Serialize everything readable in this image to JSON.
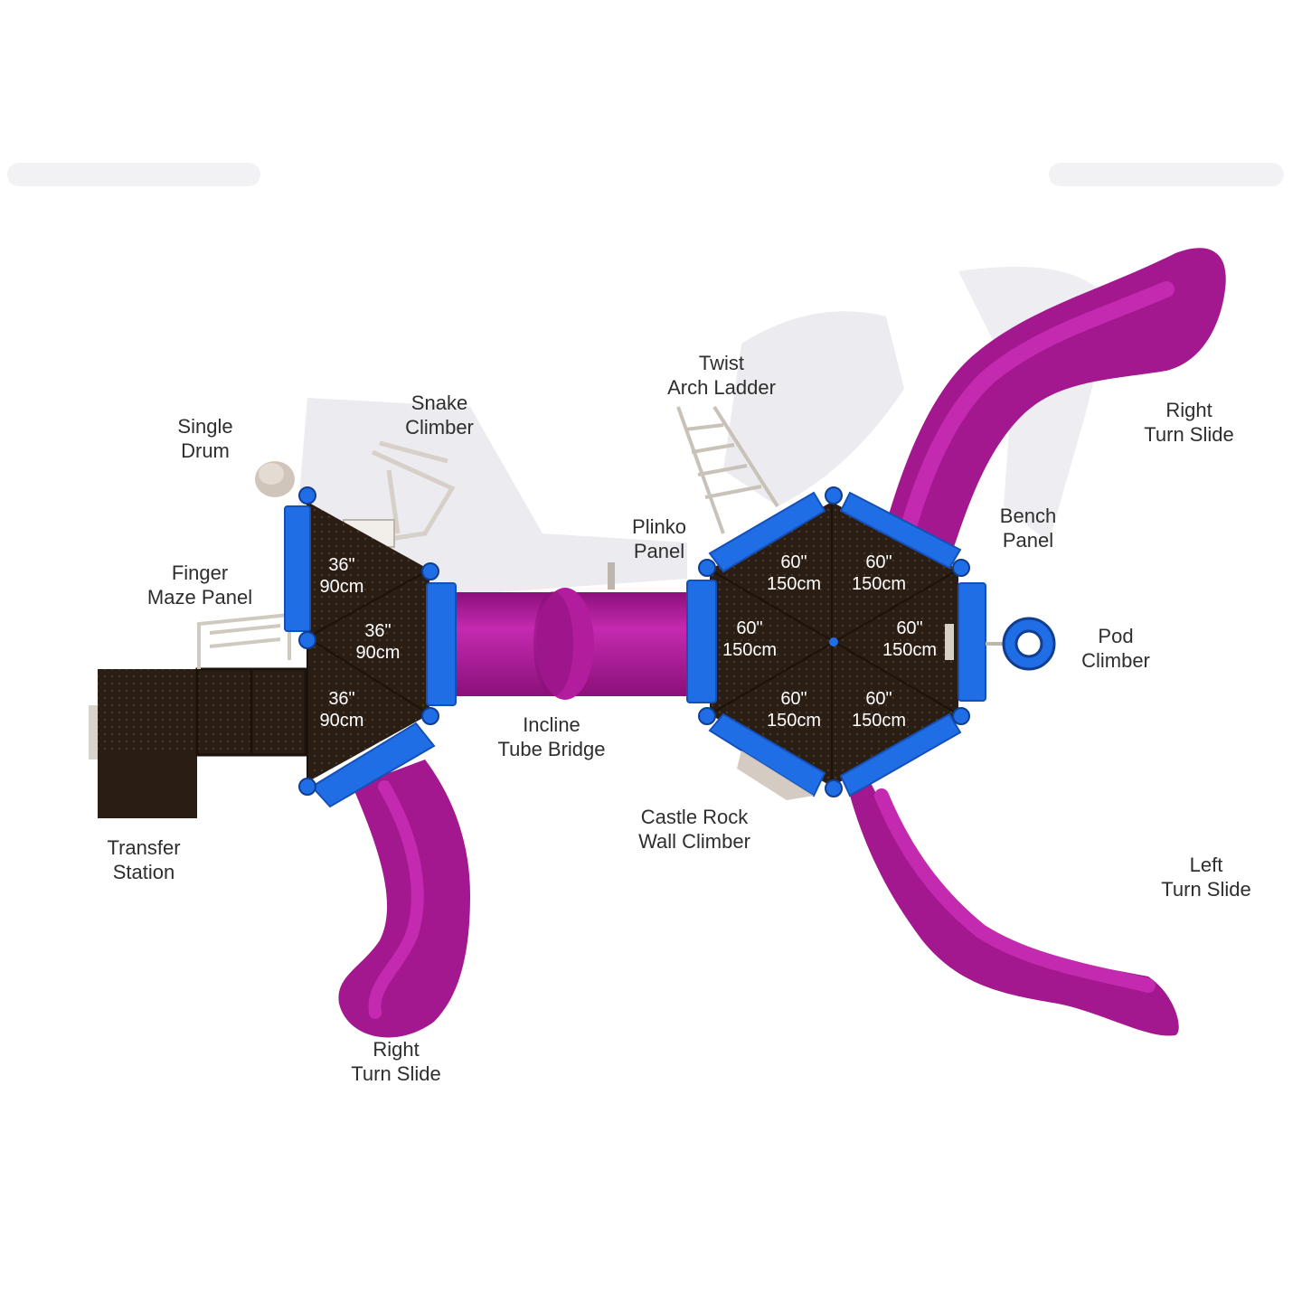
{
  "colors": {
    "background": "#ffffff",
    "deck": "#2a1d14",
    "deck_edge": "#3a2a1d",
    "panel_blue": "#1f6ee6",
    "panel_blue_dark": "#1450b8",
    "slide_purple": "#a3178f",
    "slide_purple_light": "#c42ab0",
    "label_text": "#2e2e2e",
    "dimension_text": "#ffffff",
    "shadow": "#e3e3ea"
  },
  "labels": {
    "single_drum": [
      "Single",
      "Drum"
    ],
    "snake_climber": [
      "Snake",
      "Climber"
    ],
    "finger_maze_panel": [
      "Finger",
      "Maze Panel"
    ],
    "transfer_station": [
      "Transfer",
      "Station"
    ],
    "right_turn_slide_left": [
      "Right",
      "Turn Slide"
    ],
    "incline_tube_bridge": [
      "Incline",
      "Tube Bridge"
    ],
    "plinko_panel": [
      "Plinko",
      "Panel"
    ],
    "twist_arch_ladder": [
      "Twist",
      "Arch Ladder"
    ],
    "castle_rock_wall_climber": [
      "Castle Rock",
      "Wall Climber"
    ],
    "right_turn_slide_right": [
      "Right",
      "Turn Slide"
    ],
    "bench_panel": [
      "Bench",
      "Panel"
    ],
    "pod_climber": [
      "Pod",
      "Climber"
    ],
    "left_turn_slide": [
      "Left",
      "Turn Slide"
    ]
  },
  "deck_dimensions": {
    "small_deck": [
      [
        "36\"",
        "90cm"
      ],
      [
        "36\"",
        "90cm"
      ],
      [
        "36\"",
        "90cm"
      ]
    ],
    "large_deck": [
      [
        "60\"",
        "150cm"
      ],
      [
        "60\"",
        "150cm"
      ],
      [
        "60\"",
        "150cm"
      ],
      [
        "60\"",
        "150cm"
      ],
      [
        "60\"",
        "150cm"
      ],
      [
        "60\"",
        "150cm"
      ]
    ]
  }
}
